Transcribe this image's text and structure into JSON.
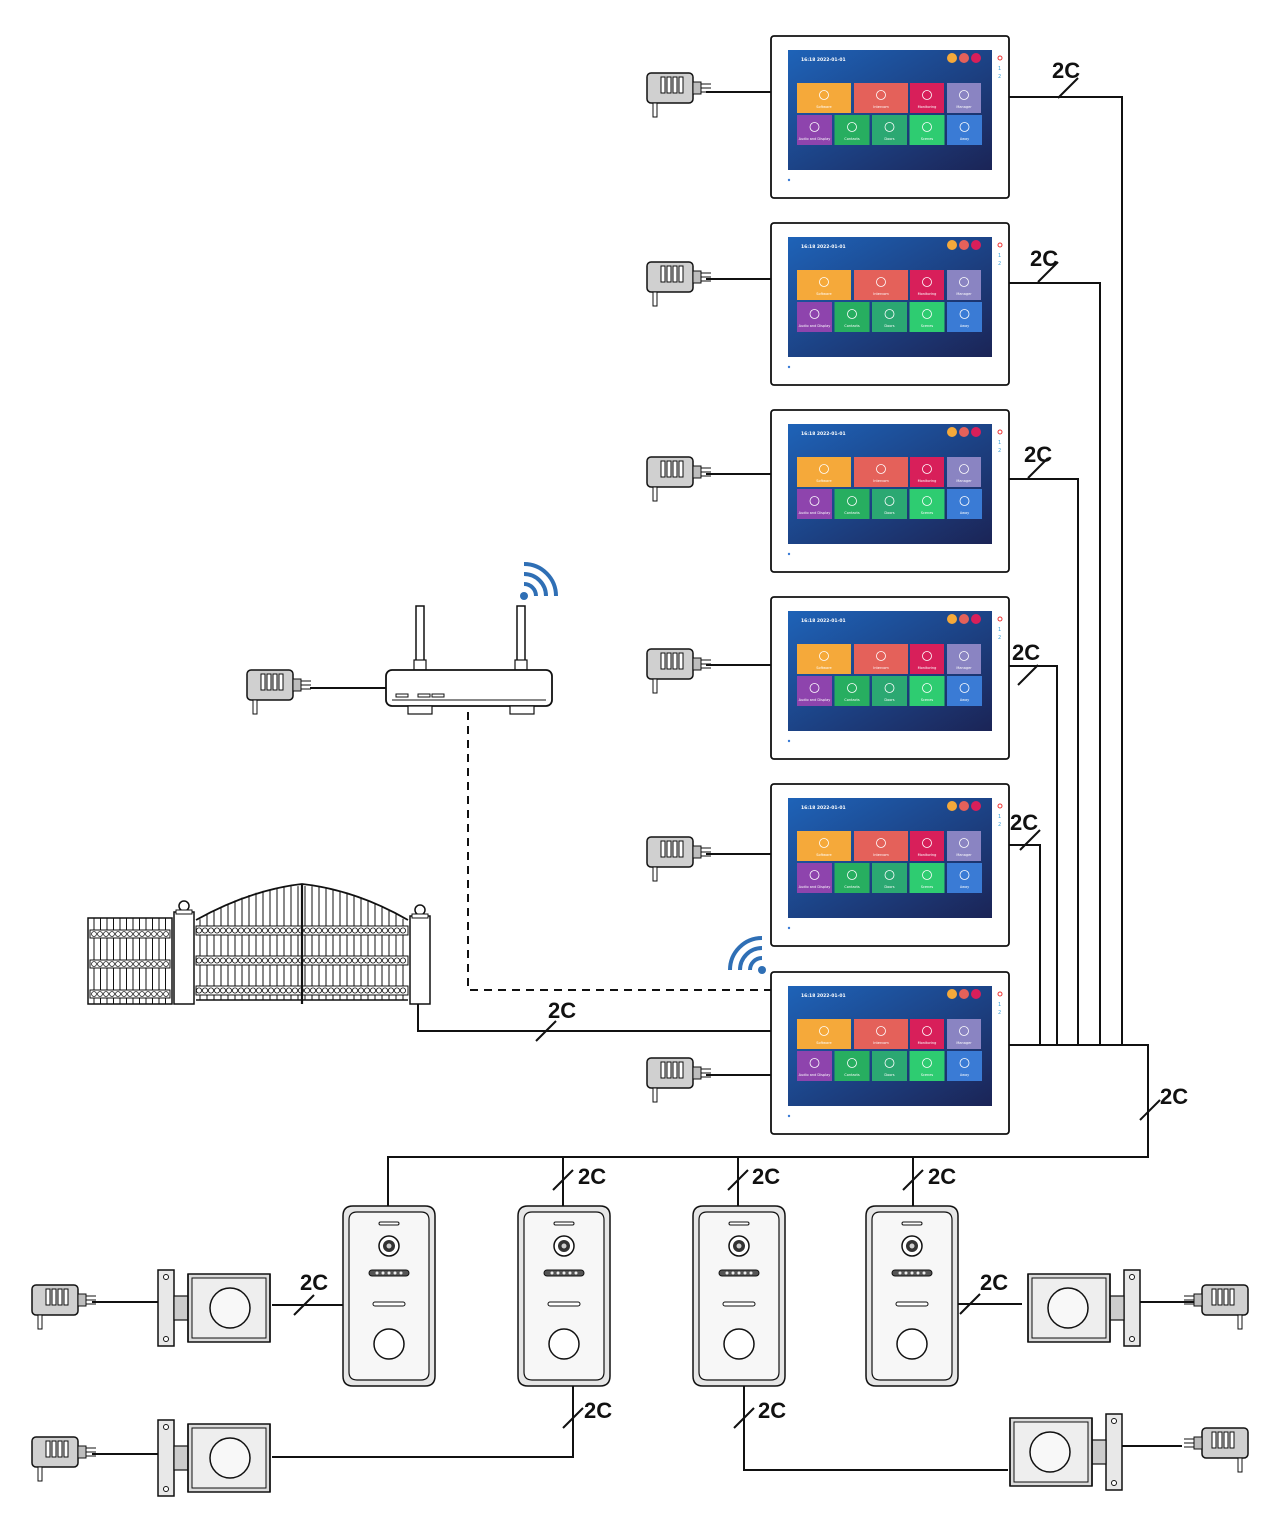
{
  "cable_label": "2C",
  "monitor_screen": {
    "clock": "16:18 2022-01-01",
    "tiles": [
      {
        "label": "Software",
        "color": "#f5a93a",
        "icon": "gear-icon"
      },
      {
        "label": "Intercom",
        "color": "#e4615a",
        "icon": "camera-icon"
      },
      {
        "label": "Monitoring",
        "color": "#d81f5a",
        "icon": "doorphone-icon"
      },
      {
        "label": "Manager",
        "color": "#8a84c2",
        "icon": "list-icon"
      },
      {
        "label": "Audio and Display",
        "color": "#8e44ad",
        "icon": "calendar-icon"
      },
      {
        "label": "Contacts",
        "color": "#27ae60",
        "icon": "phone-icon"
      },
      {
        "label": "Doors",
        "color": "#2ba872",
        "icon": "tablet-icon"
      },
      {
        "label": "Scenes",
        "color": "#2ecc71",
        "icon": "home-icon"
      },
      {
        "label": "Away",
        "color": "#3a7bd5",
        "icon": "exit-icon"
      }
    ],
    "side_buttons": [
      "1",
      "2"
    ],
    "status_colors": [
      "#f5a93a",
      "#e4615a",
      "#d81f5a"
    ]
  },
  "colors": {
    "wifi": "#2f6fb5",
    "screen_top": "#1e63b8",
    "screen_bottom": "#1b2456",
    "panel_fill": "#f2f2f2",
    "lock_fill": "#d9d9d9"
  }
}
